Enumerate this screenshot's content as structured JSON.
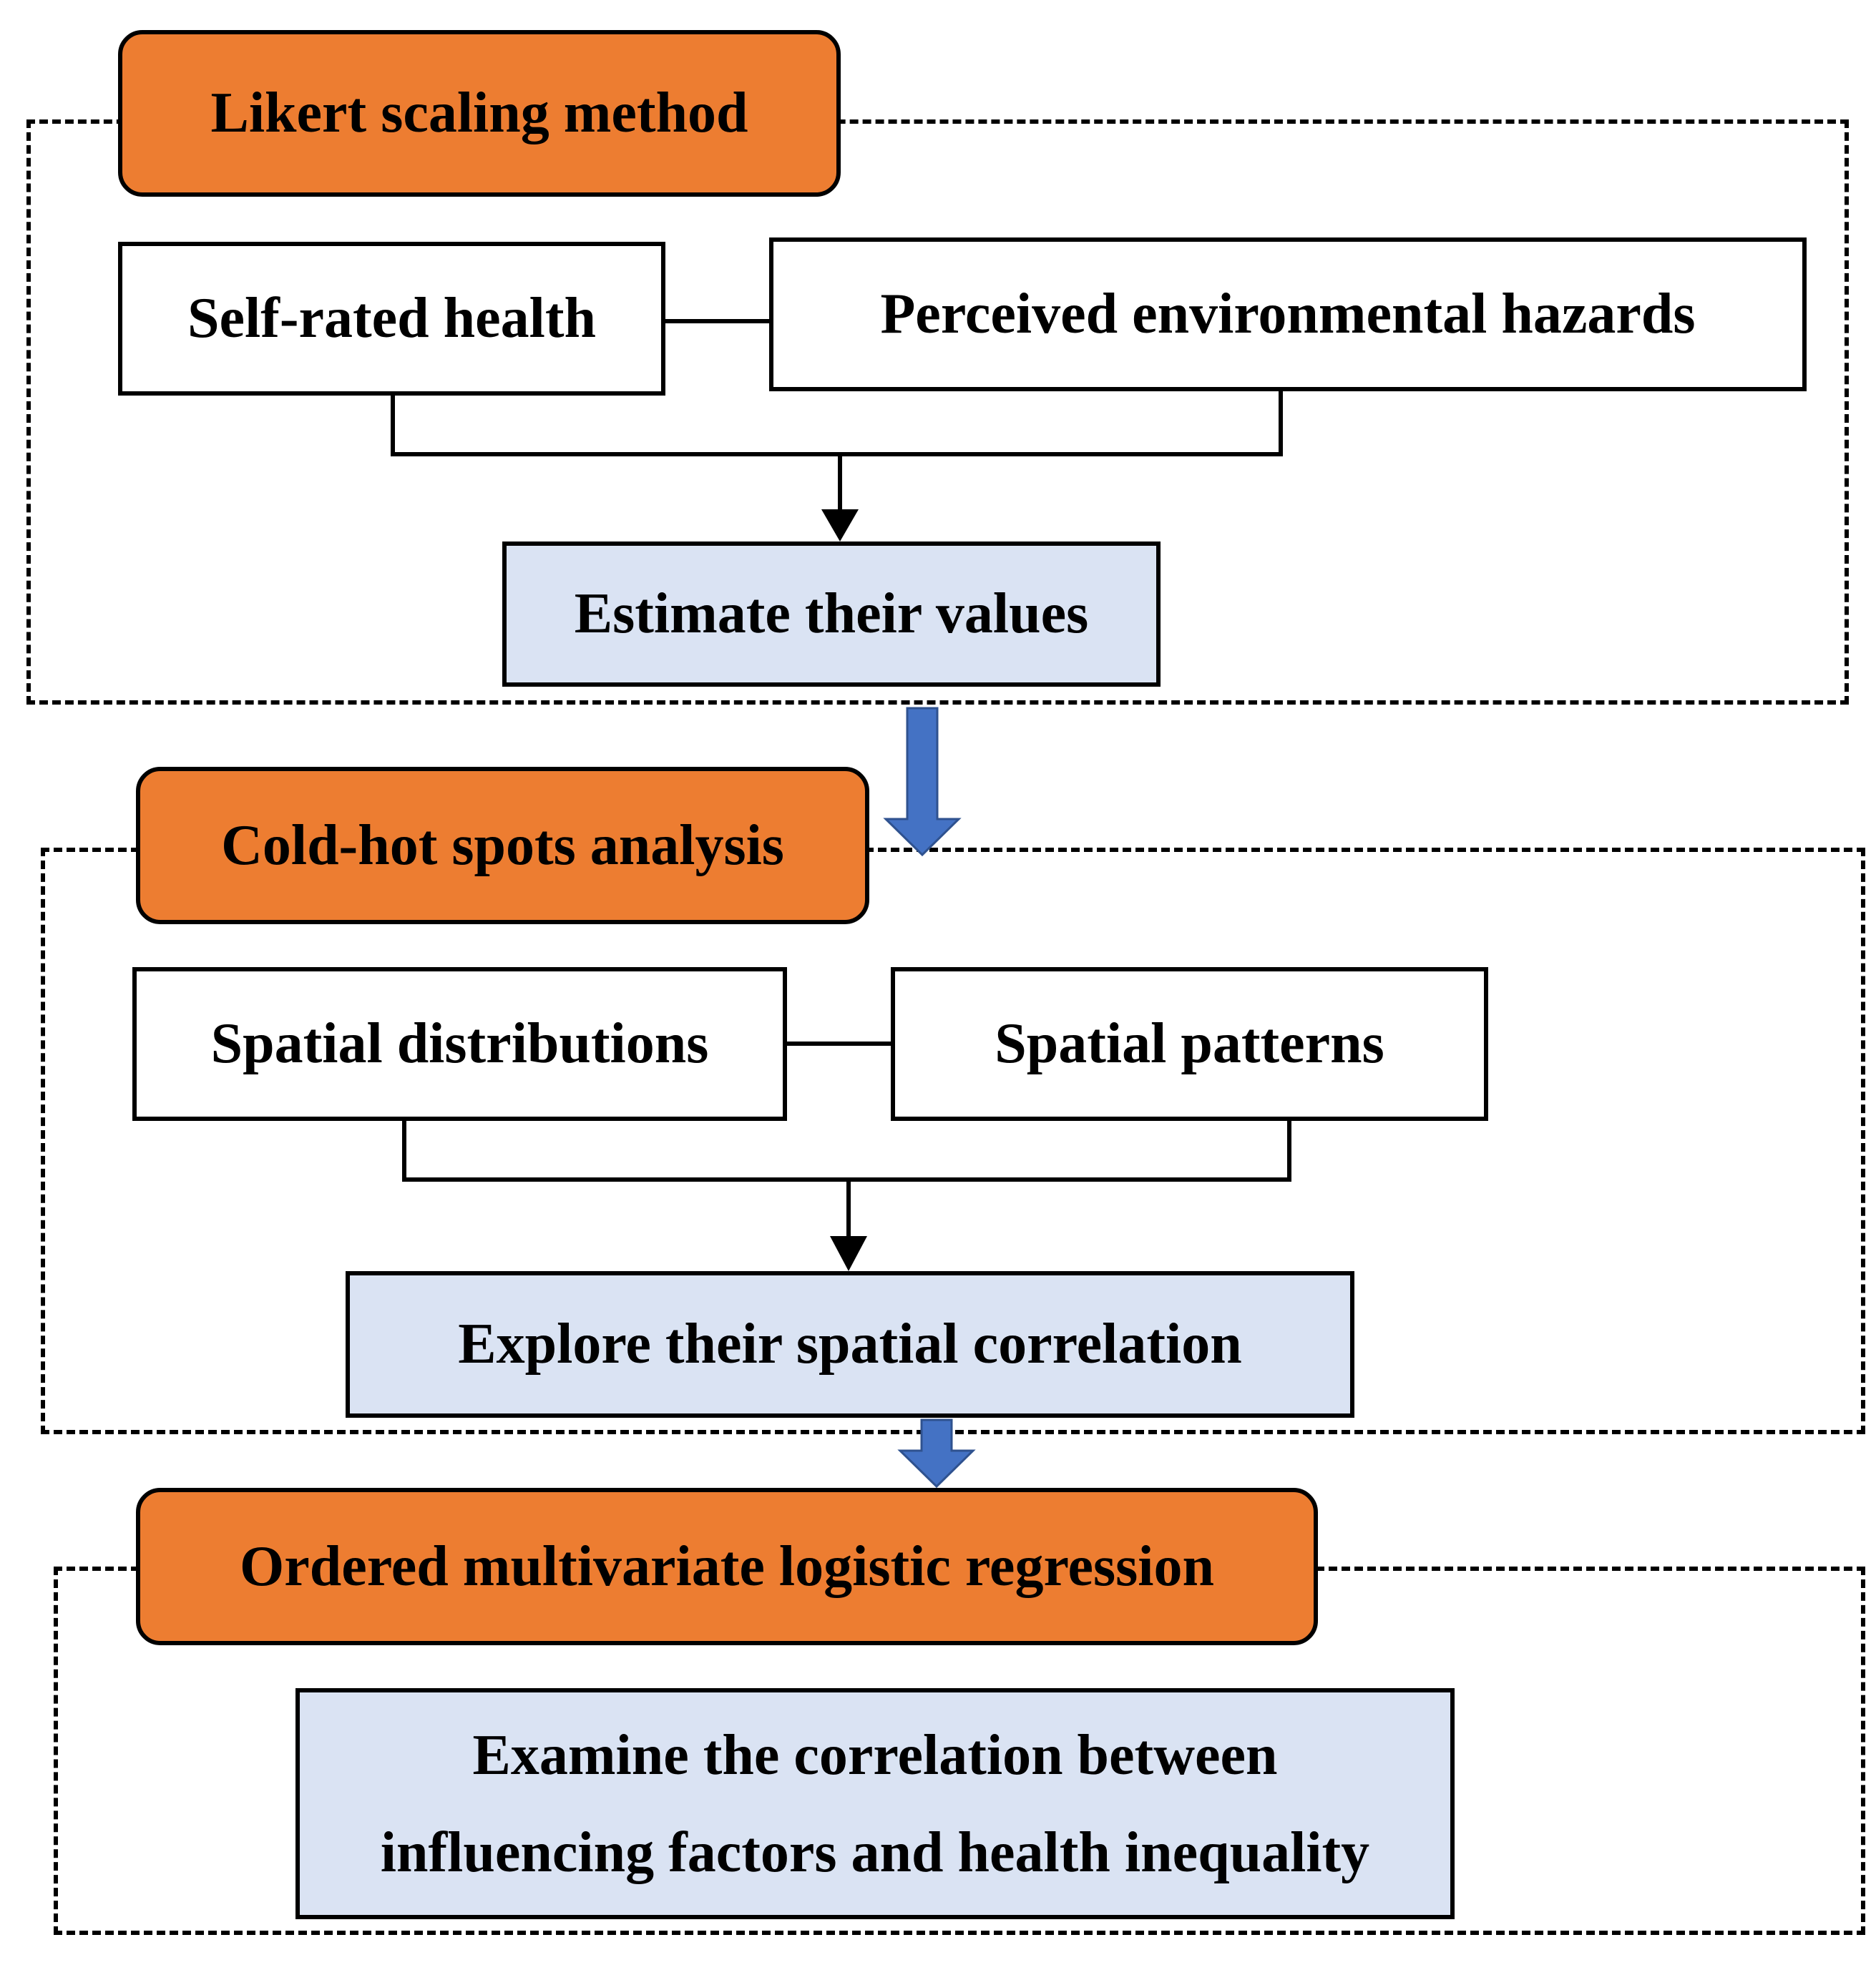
{
  "sections": [
    {
      "method_label": "Likert scaling method",
      "inputs": [
        "Self-rated health",
        "Perceived environmental hazards"
      ],
      "output": "Estimate their values"
    },
    {
      "method_label": "Cold-hot spots analysis",
      "inputs": [
        "Spatial distributions",
        "Spatial patterns"
      ],
      "output": "Explore their spatial correlation"
    },
    {
      "method_label": "Ordered multivariate logistic regression",
      "output_lines": [
        "Examine the correlation between",
        "influencing factors and health inequality"
      ]
    }
  ],
  "colors": {
    "method_fill": "#ed7d31",
    "result_fill": "#dae3f3",
    "transition_arrow": "#4472c4"
  }
}
